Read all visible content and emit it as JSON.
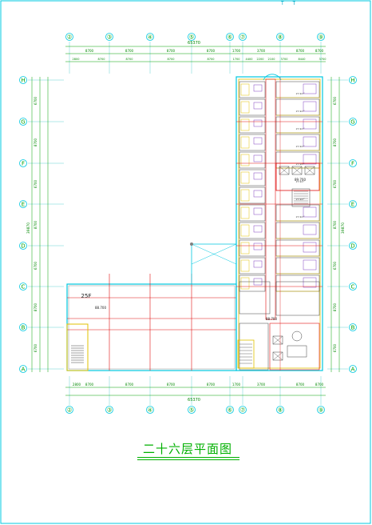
{
  "drawing": {
    "title": "二十六层平面图",
    "top_marks": [
      "T",
      "T"
    ],
    "col_axes": [
      "②",
      "③",
      "④",
      "⑤",
      "⑥",
      "⑦",
      "⑧",
      "⑨"
    ],
    "row_axes": [
      "A",
      "B",
      "C",
      "D",
      "E",
      "F",
      "G",
      "H"
    ],
    "overall_width": "65370",
    "overall_height": "39870",
    "top_dims": [
      "8700",
      "8700",
      "8700",
      "8700",
      "1700",
      "3700",
      "8700",
      "8700"
    ],
    "top_subdims": [
      "2800",
      "8700",
      "8700",
      "8700",
      "8700",
      "1700",
      "4400",
      "2200",
      "2100",
      "3700",
      "8440",
      "3700"
    ],
    "bottom_dims": [
      "2800",
      "8700",
      "8700",
      "8700",
      "8700",
      "1700",
      "3700",
      "8700",
      "8700"
    ],
    "side_dims": [
      "6700",
      "8700",
      "6700",
      "8700",
      "6700",
      "8700",
      "6700"
    ],
    "floor_label": "25F",
    "elevation_labels": [
      "88.700",
      "89.700",
      "88.700"
    ],
    "room_areas": [
      "27.9m²",
      "27.9m²",
      "27.9m²",
      "27.9m²",
      "27.9m²",
      "27.9m²",
      "27.9m²",
      "27.9m²"
    ]
  }
}
